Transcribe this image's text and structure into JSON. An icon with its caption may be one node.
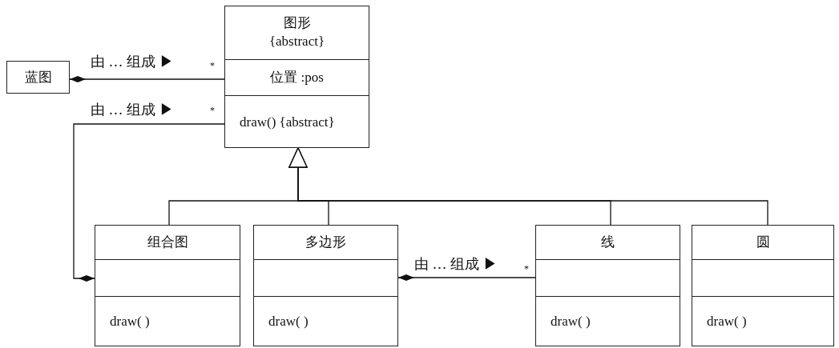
{
  "diagram": {
    "nodes": [
      {
        "text": [
          "图形 {abstract}",
          "位置 :pos",
          "draw() {abstract}"
        ]
      },
      {
        "text": [
          "蓝图"
        ]
      },
      {
        "text": [
          "组合图",
          "draw( )"
        ]
      },
      {
        "text": [
          "多边形",
          "draw( )"
        ]
      },
      {
        "text": [
          "线",
          "draw( )"
        ]
      },
      {
        "text": [
          "圆",
          "draw( )"
        ]
      }
    ],
    "edges": [
      {
        "from": 1,
        "to": 0,
        "arrow": "other",
        "label": "由 … 组成 ▶"
      },
      {
        "from": 2,
        "to": 0,
        "arrow": "other",
        "label": "由 … 组成 ▶"
      },
      {
        "from": 3,
        "to": 4,
        "arrow": "other",
        "label": "由 … 组成 ▶"
      },
      {
        "from": 2,
        "to": 0,
        "arrow": "to"
      },
      {
        "from": 3,
        "to": 0,
        "arrow": "to"
      },
      {
        "from": 4,
        "to": 0,
        "arrow": "to"
      },
      {
        "from": 5,
        "to": 0,
        "arrow": "to"
      }
    ],
    "labels": [
      "*",
      "*",
      "*"
    ]
  }
}
